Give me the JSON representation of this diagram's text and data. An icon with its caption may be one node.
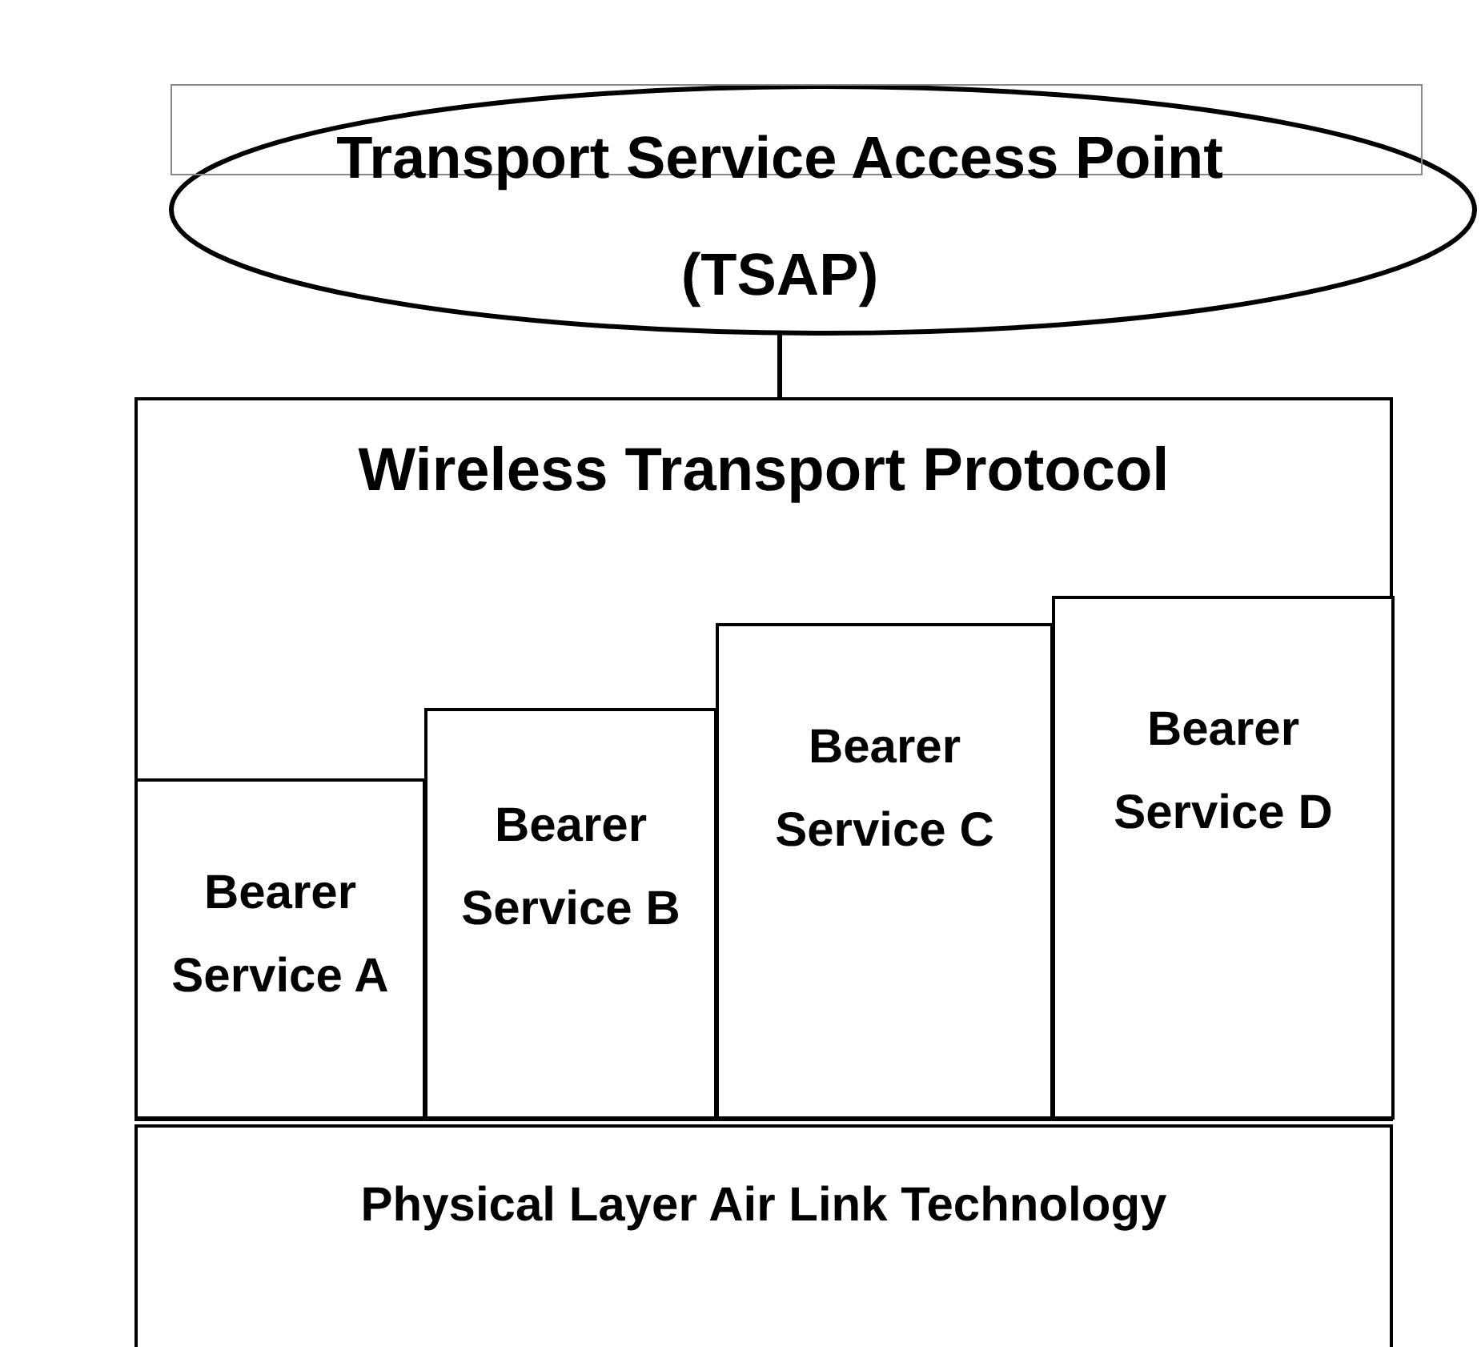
{
  "diagram": {
    "nodes": [
      {
        "text": [
          "Transport Service Access Point (TSAP)"
        ]
      },
      {
        "text": [
          "Wireless Transport Protocol"
        ]
      },
      {
        "text": [
          "Bearer Service A"
        ],
        "in": 1
      },
      {
        "text": [
          "Bearer Service B"
        ],
        "in": 1
      },
      {
        "text": [
          "Bearer Service C"
        ],
        "in": 1
      },
      {
        "text": [
          "Bearer Service D"
        ],
        "in": 1
      },
      {
        "text": [
          "Physical Layer Air Link Technology"
        ]
      }
    ],
    "edges": [
      {
        "from": 0,
        "to": 1,
        "arrow": "none"
      }
    ]
  }
}
